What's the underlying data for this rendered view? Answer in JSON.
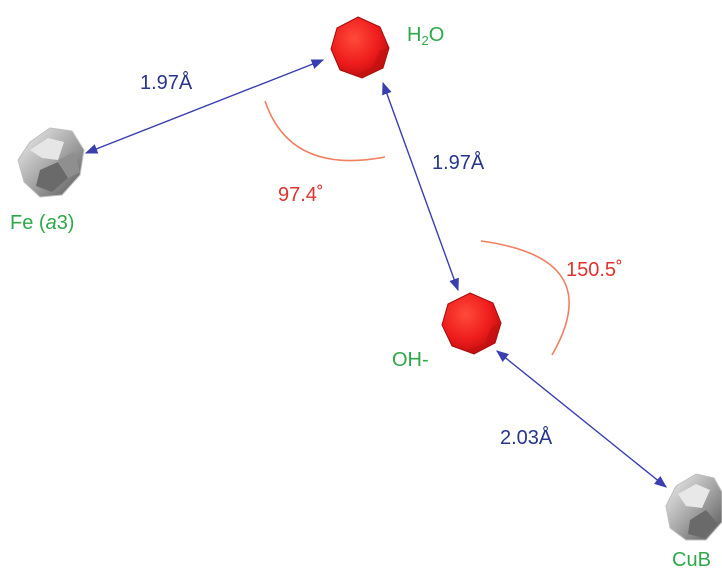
{
  "labels": {
    "h2o_main": "H",
    "h2o_sub": "2",
    "h2o_tail": "O",
    "fe_main": "Fe (",
    "fe_italic": "a",
    "fe_tail": "3)",
    "oh": "OH-",
    "cub": "CuB"
  },
  "distances": {
    "fe_h2o": "1.97Å",
    "h2o_oh": "1.97Å",
    "oh_cub": "2.03Å"
  },
  "angles": {
    "fe_h2o_oh": "97.4˚",
    "h2o_oh_cub": "150.5˚"
  },
  "colors": {
    "oxygen": "#ee1c1c",
    "metal": "#9a9a9a",
    "bond": "#3a3fb0",
    "angle_arc": "#f08060",
    "atom_label": "#2fa84a",
    "distance_label": "#27358a",
    "angle_label": "#e0332e"
  }
}
